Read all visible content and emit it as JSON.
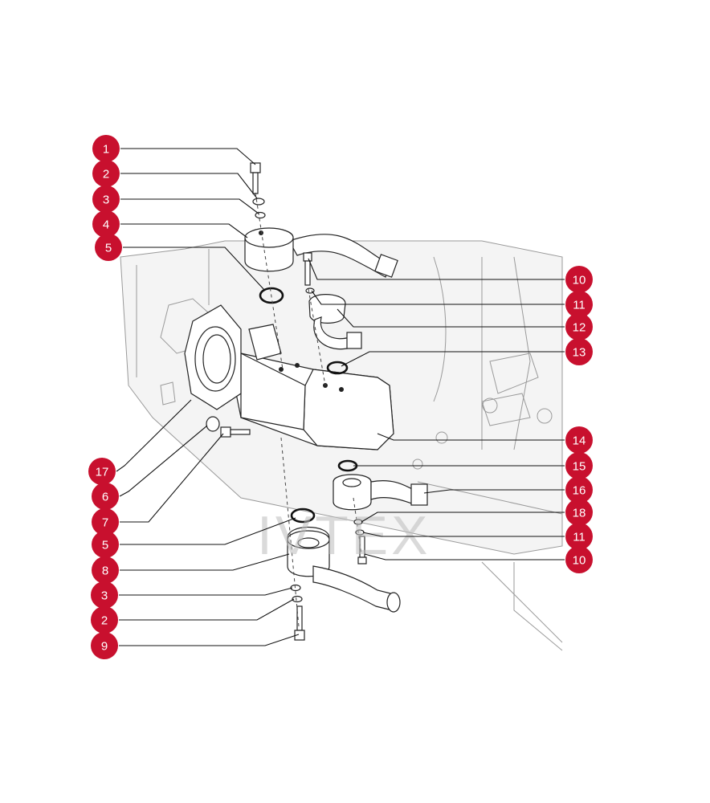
{
  "watermark": {
    "text": "IVTEX",
    "color": "#e8a0a8"
  },
  "colors": {
    "callout": "#c8102e",
    "callout_text": "#ffffff",
    "line": "#111111"
  },
  "callouts": [
    {
      "label": "1"
    },
    {
      "label": "2"
    },
    {
      "label": "3"
    },
    {
      "label": "4"
    },
    {
      "label": "5"
    },
    {
      "label": "10"
    },
    {
      "label": "11"
    },
    {
      "label": "12"
    },
    {
      "label": "13"
    },
    {
      "label": "14"
    },
    {
      "label": "15"
    },
    {
      "label": "16"
    },
    {
      "label": "17"
    },
    {
      "label": "6"
    },
    {
      "label": "7"
    },
    {
      "label": "18"
    },
    {
      "label": "11"
    },
    {
      "label": "5"
    },
    {
      "label": "10"
    },
    {
      "label": "8"
    },
    {
      "label": "3"
    },
    {
      "label": "2"
    },
    {
      "label": "9"
    }
  ]
}
